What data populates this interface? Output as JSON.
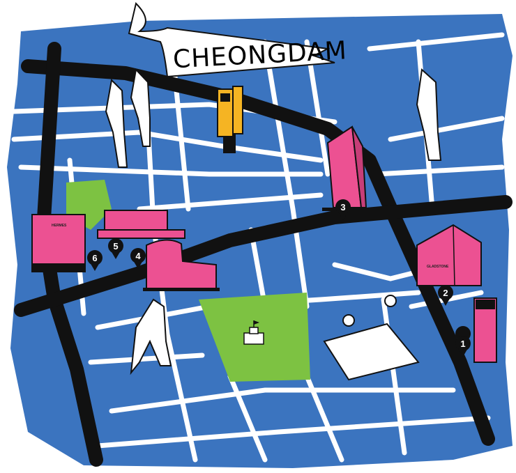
{
  "map": {
    "title": "CHEONGDAM",
    "colors": {
      "water_bg": "#3b74bf",
      "road_major": "#111111",
      "road_minor": "#ffffff",
      "park": "#7dc242",
      "building": "#ec5192",
      "sign": "#f5b423"
    },
    "buildings": [
      {
        "label": "HERMES"
      },
      {
        "label": "GLADSTONE"
      }
    ],
    "markers": [
      {
        "number": "1"
      },
      {
        "number": "2"
      },
      {
        "number": "3"
      },
      {
        "number": "4"
      },
      {
        "number": "5"
      },
      {
        "number": "6"
      }
    ]
  }
}
